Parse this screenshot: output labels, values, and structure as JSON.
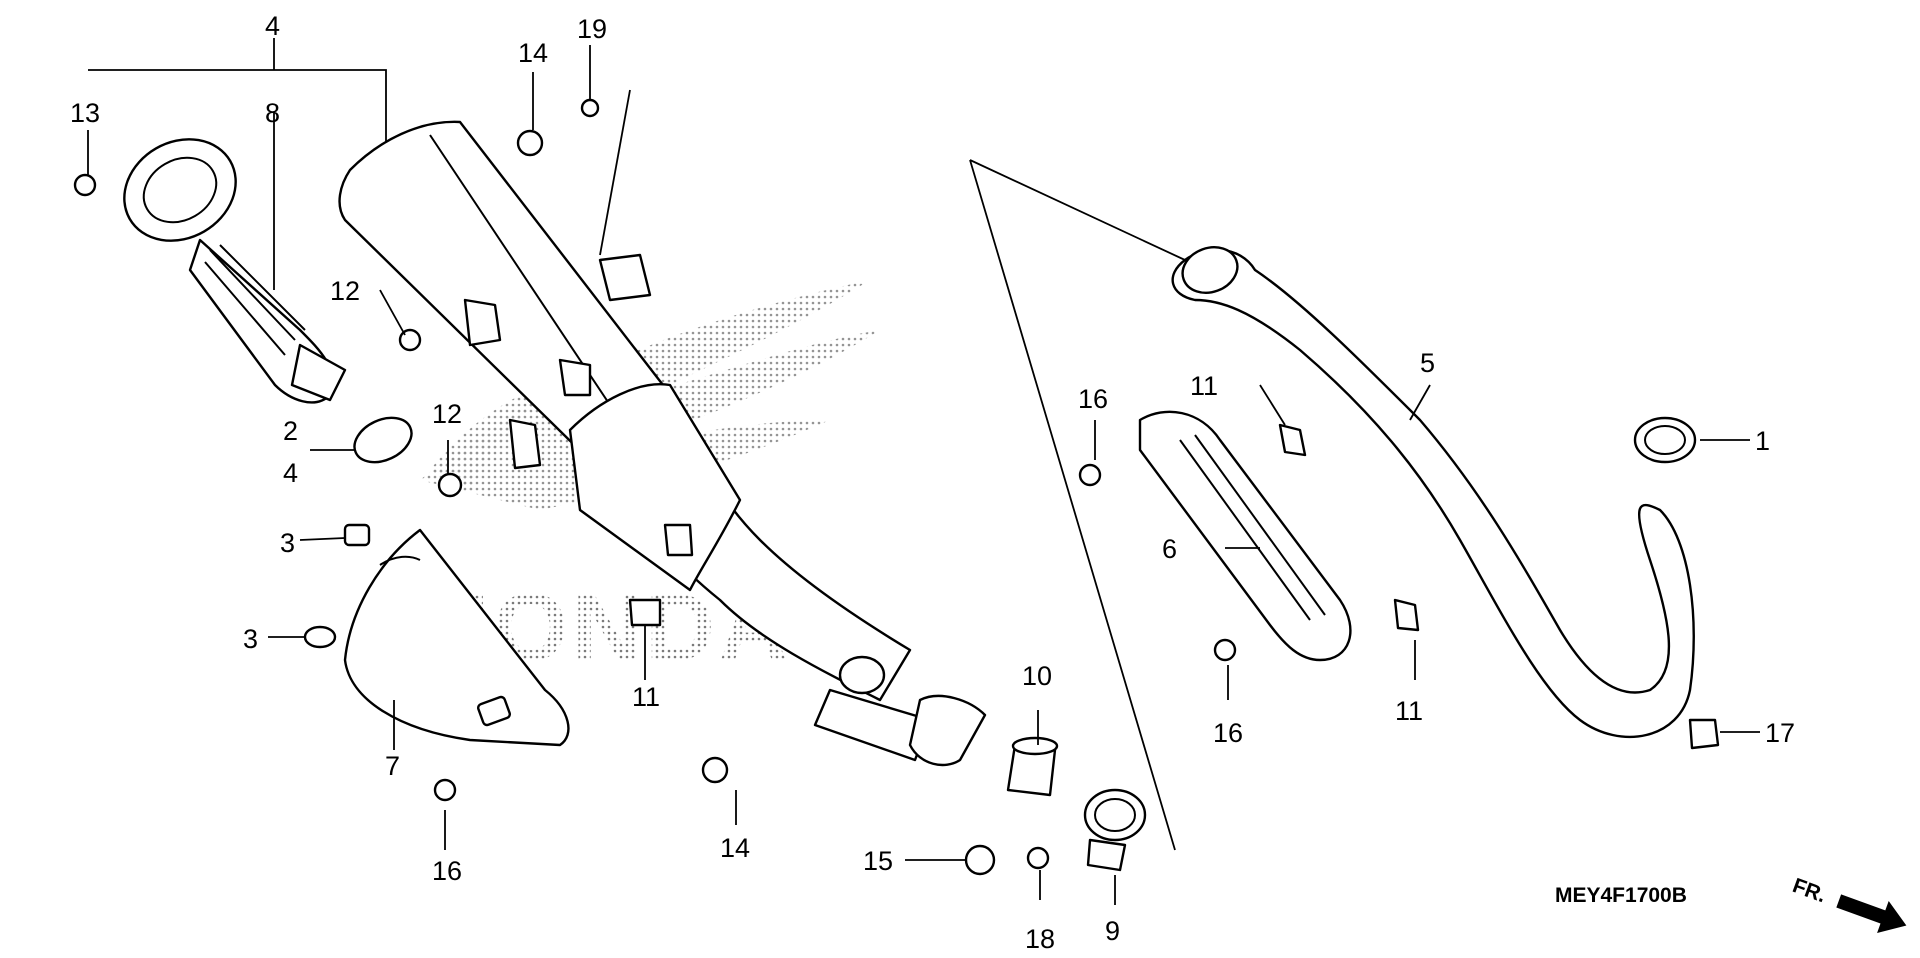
{
  "diagram": {
    "watermark_text": "HONDA",
    "drawing_code": "MEY4F1700B",
    "front_marker": "FR.",
    "callouts": [
      {
        "id": "c4top",
        "text": "4"
      },
      {
        "id": "c8",
        "text": "8"
      },
      {
        "id": "c13",
        "text": "13"
      },
      {
        "id": "c14a",
        "text": "14"
      },
      {
        "id": "c19",
        "text": "19"
      },
      {
        "id": "c12a",
        "text": "12"
      },
      {
        "id": "c12b",
        "text": "12"
      },
      {
        "id": "c2",
        "text": "2"
      },
      {
        "id": "c4b",
        "text": "4"
      },
      {
        "id": "c3a",
        "text": "3"
      },
      {
        "id": "c3b",
        "text": "3"
      },
      {
        "id": "c7",
        "text": "7"
      },
      {
        "id": "c16a",
        "text": "16"
      },
      {
        "id": "c11a",
        "text": "11"
      },
      {
        "id": "c14b",
        "text": "14"
      },
      {
        "id": "c10",
        "text": "10"
      },
      {
        "id": "c15",
        "text": "15"
      },
      {
        "id": "c18",
        "text": "18"
      },
      {
        "id": "c9",
        "text": "9"
      },
      {
        "id": "c16b",
        "text": "16"
      },
      {
        "id": "c11b",
        "text": "11"
      },
      {
        "id": "c6",
        "text": "6"
      },
      {
        "id": "c5",
        "text": "5"
      },
      {
        "id": "c1",
        "text": "1"
      },
      {
        "id": "c16c",
        "text": "16"
      },
      {
        "id": "c11c",
        "text": "11"
      },
      {
        "id": "c17",
        "text": "17"
      }
    ]
  }
}
